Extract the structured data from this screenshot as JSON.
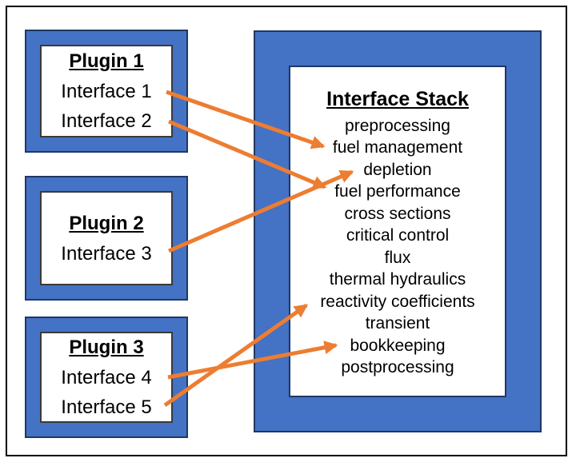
{
  "plugins": [
    {
      "title": "Plugin 1",
      "interfaces": [
        "Interface 1",
        "Interface 2"
      ]
    },
    {
      "title": "Plugin 2",
      "interfaces": [
        "Interface 3"
      ]
    },
    {
      "title": "Plugin 3",
      "interfaces": [
        "Interface 4",
        "Interface 5"
      ]
    }
  ],
  "stack": {
    "title": "Interface Stack",
    "items": [
      "preprocessing",
      "fuel management",
      "depletion",
      "fuel performance",
      "cross sections",
      "critical control",
      "flux",
      "thermal hydraulics",
      "reactivity coefficients",
      "transient",
      "bookkeeping",
      "postprocessing"
    ]
  },
  "connections": [
    {
      "from": "Interface 1",
      "to": "fuel management"
    },
    {
      "from": "Interface 2",
      "to": "fuel performance"
    },
    {
      "from": "Interface 3",
      "to": "depletion"
    },
    {
      "from": "Interface 4",
      "to": "bookkeeping"
    },
    {
      "from": "Interface 5",
      "to": "reactivity coefficients"
    }
  ],
  "colors": {
    "box_fill": "#4472C4",
    "box_border": "#1F3864",
    "inner_border": "#1F3864",
    "arrow": "#ED7D31",
    "frame_border": "#000000",
    "text": "#000000"
  }
}
